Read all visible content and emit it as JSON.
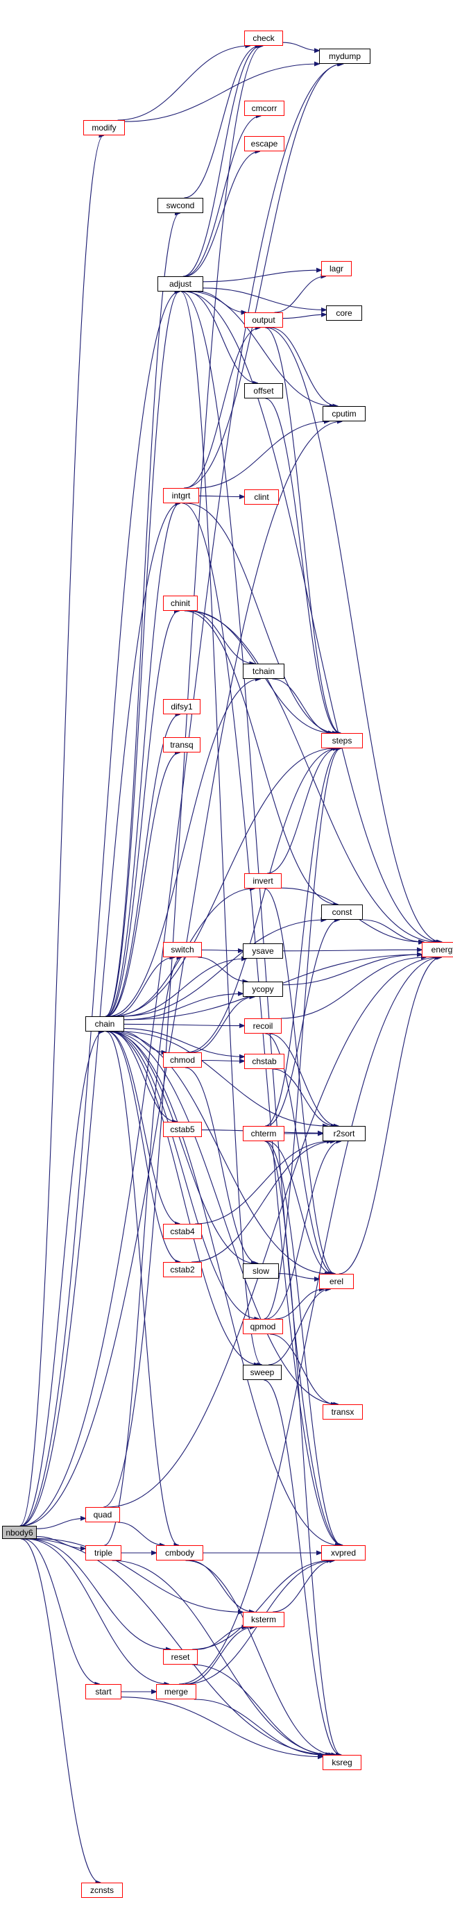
{
  "diagram": {
    "title": "Call graph of nbody6",
    "edge_color": "#191970",
    "documented_border_color": "#ff0000",
    "undocumented_border_color": "#000000",
    "root_fill_color": "#bfbfbf",
    "nodes": [
      {
        "id": "nbody6",
        "label": "nbody6",
        "style": "root"
      },
      {
        "id": "modify",
        "label": "modify",
        "style": "red"
      },
      {
        "id": "check",
        "label": "check",
        "style": "red"
      },
      {
        "id": "mydump",
        "label": "mydump",
        "style": "black"
      },
      {
        "id": "cmcorr",
        "label": "cmcorr",
        "style": "red"
      },
      {
        "id": "escape",
        "label": "escape",
        "style": "red"
      },
      {
        "id": "swcond",
        "label": "swcond",
        "style": "black"
      },
      {
        "id": "adjust",
        "label": "adjust",
        "style": "black"
      },
      {
        "id": "lagr",
        "label": "lagr",
        "style": "red"
      },
      {
        "id": "output",
        "label": "output",
        "style": "red"
      },
      {
        "id": "core",
        "label": "core",
        "style": "black"
      },
      {
        "id": "offset",
        "label": "offset",
        "style": "black"
      },
      {
        "id": "cputim",
        "label": "cputim",
        "style": "black"
      },
      {
        "id": "intgrt",
        "label": "intgrt",
        "style": "red"
      },
      {
        "id": "clint",
        "label": "clint",
        "style": "red"
      },
      {
        "id": "chinit",
        "label": "chinit",
        "style": "red"
      },
      {
        "id": "tchain",
        "label": "tchain",
        "style": "black"
      },
      {
        "id": "steps",
        "label": "steps",
        "style": "red"
      },
      {
        "id": "difsy1",
        "label": "difsy1",
        "style": "red"
      },
      {
        "id": "transq",
        "label": "transq",
        "style": "red"
      },
      {
        "id": "invert",
        "label": "invert",
        "style": "red"
      },
      {
        "id": "const",
        "label": "const",
        "style": "black"
      },
      {
        "id": "energy",
        "label": "energy",
        "style": "red"
      },
      {
        "id": "switch",
        "label": "switch",
        "style": "red"
      },
      {
        "id": "ysave",
        "label": "ysave",
        "style": "black"
      },
      {
        "id": "ycopy",
        "label": "ycopy",
        "style": "black"
      },
      {
        "id": "chain",
        "label": "chain",
        "style": "black"
      },
      {
        "id": "recoil",
        "label": "recoil",
        "style": "red"
      },
      {
        "id": "chmod",
        "label": "chmod",
        "style": "red"
      },
      {
        "id": "chstab",
        "label": "chstab",
        "style": "red"
      },
      {
        "id": "cstab5",
        "label": "cstab5",
        "style": "red"
      },
      {
        "id": "chterm",
        "label": "chterm",
        "style": "red"
      },
      {
        "id": "r2sort",
        "label": "r2sort",
        "style": "black"
      },
      {
        "id": "cstab4",
        "label": "cstab4",
        "style": "red"
      },
      {
        "id": "cstab2",
        "label": "cstab2",
        "style": "red"
      },
      {
        "id": "slow",
        "label": "slow",
        "style": "black"
      },
      {
        "id": "erel",
        "label": "erel",
        "style": "red"
      },
      {
        "id": "qpmod",
        "label": "qpmod",
        "style": "red"
      },
      {
        "id": "sweep",
        "label": "sweep",
        "style": "black"
      },
      {
        "id": "transx",
        "label": "transx",
        "style": "red"
      },
      {
        "id": "quad",
        "label": "quad",
        "style": "red"
      },
      {
        "id": "triple",
        "label": "triple",
        "style": "red"
      },
      {
        "id": "cmbody",
        "label": "cmbody",
        "style": "red"
      },
      {
        "id": "xvpred",
        "label": "xvpred",
        "style": "red"
      },
      {
        "id": "ksterm",
        "label": "ksterm",
        "style": "red"
      },
      {
        "id": "reset",
        "label": "reset",
        "style": "red"
      },
      {
        "id": "start",
        "label": "start",
        "style": "red"
      },
      {
        "id": "merge",
        "label": "merge",
        "style": "red"
      },
      {
        "id": "ksreg",
        "label": "ksreg",
        "style": "red"
      },
      {
        "id": "zcnsts",
        "label": "zcnsts",
        "style": "red"
      }
    ],
    "edges": [
      [
        "nbody6",
        "modify"
      ],
      [
        "nbody6",
        "adjust"
      ],
      [
        "nbody6",
        "cputim"
      ],
      [
        "nbody6",
        "intgrt"
      ],
      [
        "nbody6",
        "mydump"
      ],
      [
        "nbody6",
        "chain"
      ],
      [
        "nbody6",
        "quad"
      ],
      [
        "nbody6",
        "triple"
      ],
      [
        "nbody6",
        "ksterm"
      ],
      [
        "nbody6",
        "reset"
      ],
      [
        "nbody6",
        "start"
      ],
      [
        "nbody6",
        "merge"
      ],
      [
        "nbody6",
        "ksreg"
      ],
      [
        "nbody6",
        "zcnsts"
      ],
      [
        "modify",
        "check"
      ],
      [
        "modify",
        "mydump"
      ],
      [
        "check",
        "mydump"
      ],
      [
        "swcond",
        "check"
      ],
      [
        "adjust",
        "check"
      ],
      [
        "adjust",
        "cmcorr"
      ],
      [
        "adjust",
        "escape"
      ],
      [
        "adjust",
        "lagr"
      ],
      [
        "adjust",
        "output"
      ],
      [
        "adjust",
        "core"
      ],
      [
        "adjust",
        "offset"
      ],
      [
        "adjust",
        "cputim"
      ],
      [
        "adjust",
        "energy"
      ],
      [
        "adjust",
        "xvpred"
      ],
      [
        "adjust",
        "sweep"
      ],
      [
        "output",
        "lagr"
      ],
      [
        "output",
        "core"
      ],
      [
        "output",
        "cputim"
      ],
      [
        "output",
        "energy"
      ],
      [
        "output",
        "steps"
      ],
      [
        "offset",
        "steps"
      ],
      [
        "intgrt",
        "output"
      ],
      [
        "intgrt",
        "clint"
      ],
      [
        "intgrt",
        "cputim"
      ],
      [
        "intgrt",
        "mydump"
      ],
      [
        "intgrt",
        "steps"
      ],
      [
        "intgrt",
        "xvpred"
      ],
      [
        "chinit",
        "tchain"
      ],
      [
        "chinit",
        "steps"
      ],
      [
        "chinit",
        "energy"
      ],
      [
        "chinit",
        "const"
      ],
      [
        "tchain",
        "steps"
      ],
      [
        "invert",
        "steps"
      ],
      [
        "invert",
        "energy"
      ],
      [
        "invert",
        "erel"
      ],
      [
        "const",
        "energy"
      ],
      [
        "ysave",
        "energy"
      ],
      [
        "ycopy",
        "energy"
      ],
      [
        "switch",
        "ysave"
      ],
      [
        "switch",
        "ycopy"
      ],
      [
        "recoil",
        "energy"
      ],
      [
        "recoil",
        "r2sort"
      ],
      [
        "recoil",
        "erel"
      ],
      [
        "chain",
        "swcond"
      ],
      [
        "chain",
        "adjust"
      ],
      [
        "chain",
        "intgrt"
      ],
      [
        "chain",
        "chinit"
      ],
      [
        "chain",
        "difsy1"
      ],
      [
        "chain",
        "transq"
      ],
      [
        "chain",
        "steps"
      ],
      [
        "chain",
        "invert"
      ],
      [
        "chain",
        "const"
      ],
      [
        "chain",
        "switch"
      ],
      [
        "chain",
        "ysave"
      ],
      [
        "chain",
        "ycopy"
      ],
      [
        "chain",
        "recoil"
      ],
      [
        "chain",
        "chmod"
      ],
      [
        "chain",
        "chstab"
      ],
      [
        "chain",
        "cstab5"
      ],
      [
        "chain",
        "r2sort"
      ],
      [
        "chain",
        "cstab4"
      ],
      [
        "chain",
        "cstab2"
      ],
      [
        "chain",
        "slow"
      ],
      [
        "chain",
        "erel"
      ],
      [
        "chain",
        "qpmod"
      ],
      [
        "chain",
        "sweep"
      ],
      [
        "chain",
        "transx"
      ],
      [
        "chain",
        "cmbody"
      ],
      [
        "chain",
        "xvpred"
      ],
      [
        "chain",
        "energy"
      ],
      [
        "chain",
        "tchain"
      ],
      [
        "chmod",
        "chstab"
      ],
      [
        "chmod",
        "ycopy"
      ],
      [
        "chmod",
        "steps"
      ],
      [
        "chmod",
        "slow"
      ],
      [
        "chstab",
        "r2sort"
      ],
      [
        "cstab5",
        "r2sort"
      ],
      [
        "cstab4",
        "r2sort"
      ],
      [
        "cstab2",
        "r2sort"
      ],
      [
        "chterm",
        "steps"
      ],
      [
        "chterm",
        "const"
      ],
      [
        "chterm",
        "r2sort"
      ],
      [
        "chterm",
        "erel"
      ],
      [
        "chterm",
        "xvpred"
      ],
      [
        "chterm",
        "ksreg"
      ],
      [
        "slow",
        "erel"
      ],
      [
        "erel",
        "energy"
      ],
      [
        "qpmod",
        "erel"
      ],
      [
        "qpmod",
        "transx"
      ],
      [
        "qpmod",
        "r2sort"
      ],
      [
        "qpmod",
        "steps"
      ],
      [
        "sweep",
        "erel"
      ],
      [
        "sweep",
        "ksreg"
      ],
      [
        "quad",
        "check"
      ],
      [
        "quad",
        "cmbody"
      ],
      [
        "quad",
        "energy"
      ],
      [
        "triple",
        "switch"
      ],
      [
        "triple",
        "cmbody"
      ],
      [
        "triple",
        "ksreg"
      ],
      [
        "cmbody",
        "xvpred"
      ],
      [
        "cmbody",
        "ksterm"
      ],
      [
        "cmbody",
        "ksreg"
      ],
      [
        "ksterm",
        "xvpred"
      ],
      [
        "reset",
        "ksterm"
      ],
      [
        "reset",
        "xvpred"
      ],
      [
        "reset",
        "ksreg"
      ],
      [
        "start",
        "merge"
      ],
      [
        "start",
        "ksreg"
      ],
      [
        "merge",
        "ksterm"
      ],
      [
        "merge",
        "ksreg"
      ],
      [
        "merge",
        "energy"
      ],
      [
        "merge",
        "xvpred"
      ]
    ]
  }
}
